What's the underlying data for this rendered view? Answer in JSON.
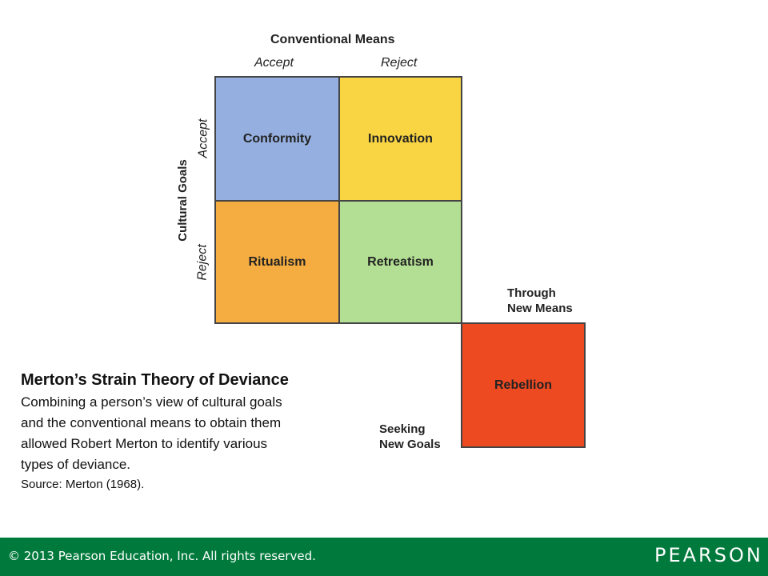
{
  "diagram": {
    "top_header": "Conventional Means",
    "col_accept": "Accept",
    "col_reject": "Reject",
    "side_header": "Cultural Goals",
    "row_accept": "Accept",
    "row_reject": "Reject",
    "cells": {
      "conformity": {
        "label": "Conformity",
        "color": "#95b0e0"
      },
      "innovation": {
        "label": "Innovation",
        "color": "#f9d443"
      },
      "ritualism": {
        "label": "Ritualism",
        "color": "#f5ad41"
      },
      "retreatism": {
        "label": "Retreatism",
        "color": "#b2df93"
      },
      "rebellion": {
        "label": "Rebellion",
        "color": "#ee4a22"
      }
    },
    "through_new_means": [
      "Through",
      "New Means"
    ],
    "seeking_new_goals": [
      "Seeking",
      "New Goals"
    ]
  },
  "caption": {
    "title": "Merton’s Strain Theory of Deviance",
    "body_lines": [
      "Combining a person’s view of cultural goals",
      "and the conventional means to obtain them",
      "allowed Robert Merton to identify various",
      "types of deviance."
    ],
    "source": "Source: Merton (1968)."
  },
  "footer": {
    "copyright": "© 2013  Pearson Education, Inc. All rights reserved.",
    "logo": "PEARSON",
    "bg_color": "#007a3c"
  }
}
